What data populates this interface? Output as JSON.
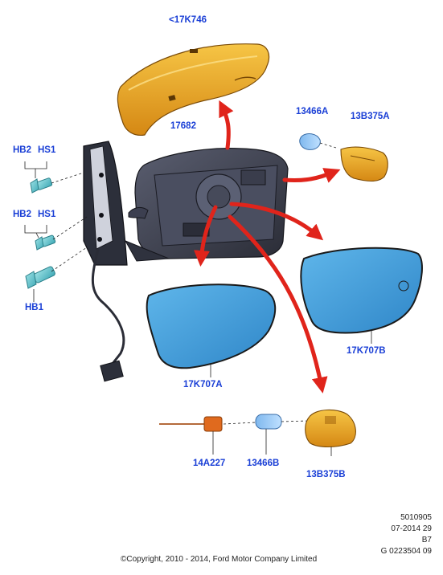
{
  "labels": {
    "cover": "<17K746",
    "housing": "17682",
    "hb2_top": "HB2",
    "hs1_top": "HS1",
    "hb2_mid": "HB2",
    "hs1_mid": "HS1",
    "hb1": "HB1",
    "bulb_small": "13466A",
    "lamp_small": "13B375A",
    "glass_left": "17K707A",
    "glass_right": "17K707B",
    "bulb_lower": "13466B",
    "lamp_lower": "13B375B",
    "wire_part": "14A227"
  },
  "info": {
    "line1": "5010905",
    "line2": "07-2014 29",
    "line3": "B7",
    "line4": "G 0223504 09"
  },
  "copyright": "©Copyright, 2010 - 2014, Ford Motor Company Limited",
  "colors": {
    "label": "#1a3fd6",
    "arrow": "#e0241b",
    "glass": "#4aa3dd",
    "orange": "#e9a21e",
    "housing": "#3a3d4a"
  }
}
